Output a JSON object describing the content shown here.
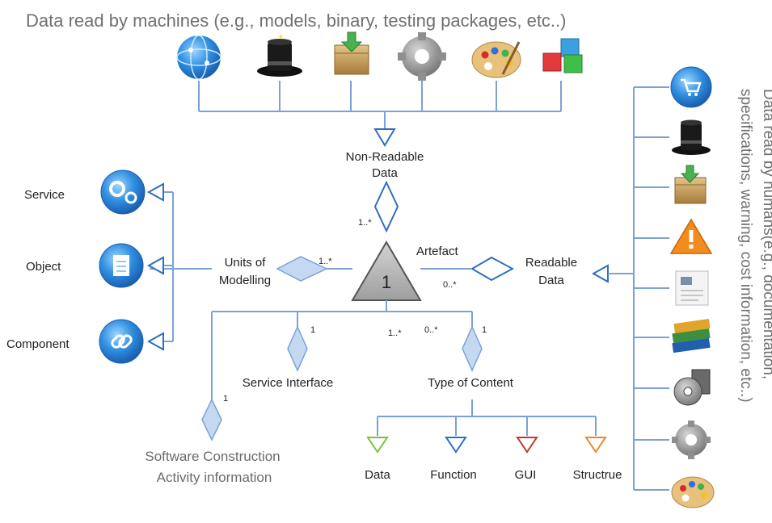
{
  "titles": {
    "top": "Data read by machines (e.g., models, binary, testing packages, etc..)",
    "side_line1": "Data read by humans(e.g.,  documentation,",
    "side_line2": "specifications, warning, cost information, etc..)"
  },
  "nodes": {
    "non_readable_1": "Non-Readable",
    "non_readable_2": "Data",
    "artefact": "Artefact",
    "artefact_number": "1",
    "units_1": "Units of",
    "units_2": "Modelling",
    "readable_1": "Readable",
    "readable_2": "Data",
    "service": "Service",
    "object": "Object",
    "component": "Component",
    "service_interface": "Service Interface",
    "type_of_content": "Type of Content",
    "software_1": "Software Construction",
    "software_2": "Activity information",
    "content_data": "Data",
    "content_function": "Function",
    "content_gui": "GUI",
    "content_structure": "Structrue"
  },
  "multiplicities": {
    "non_readable": "1..*",
    "units": "1..*",
    "readable": "0..*",
    "service_interface": "1",
    "software": "1",
    "center_a": "1..*",
    "center_b": "0..*",
    "type_content": "1"
  },
  "icons": {
    "top": [
      "globe-network-icon",
      "magic-hat-icon",
      "package-download-icon",
      "gear-icon",
      "paint-palette-icon",
      "colored-blocks-icon"
    ],
    "left": [
      "service-gears-icon",
      "document-object-icon",
      "component-link-icon"
    ],
    "right": [
      "shopping-cart-icon",
      "magic-hat-icon",
      "package-download-icon",
      "warning-icon",
      "document-thumbnail-icon",
      "books-icon",
      "media-disc-icon",
      "gear-icon",
      "paint-palette-icon"
    ]
  },
  "colors": {
    "connector": "#7aa2d6",
    "arrowhead": "#2f6fbf",
    "diamond_fill": "#c4d8f2",
    "artefact_fill": "#b9b9b9",
    "content_data": "#7fbf3f",
    "content_function": "#2f6fbf",
    "content_gui": "#c0392b",
    "content_structure": "#e8892c"
  }
}
